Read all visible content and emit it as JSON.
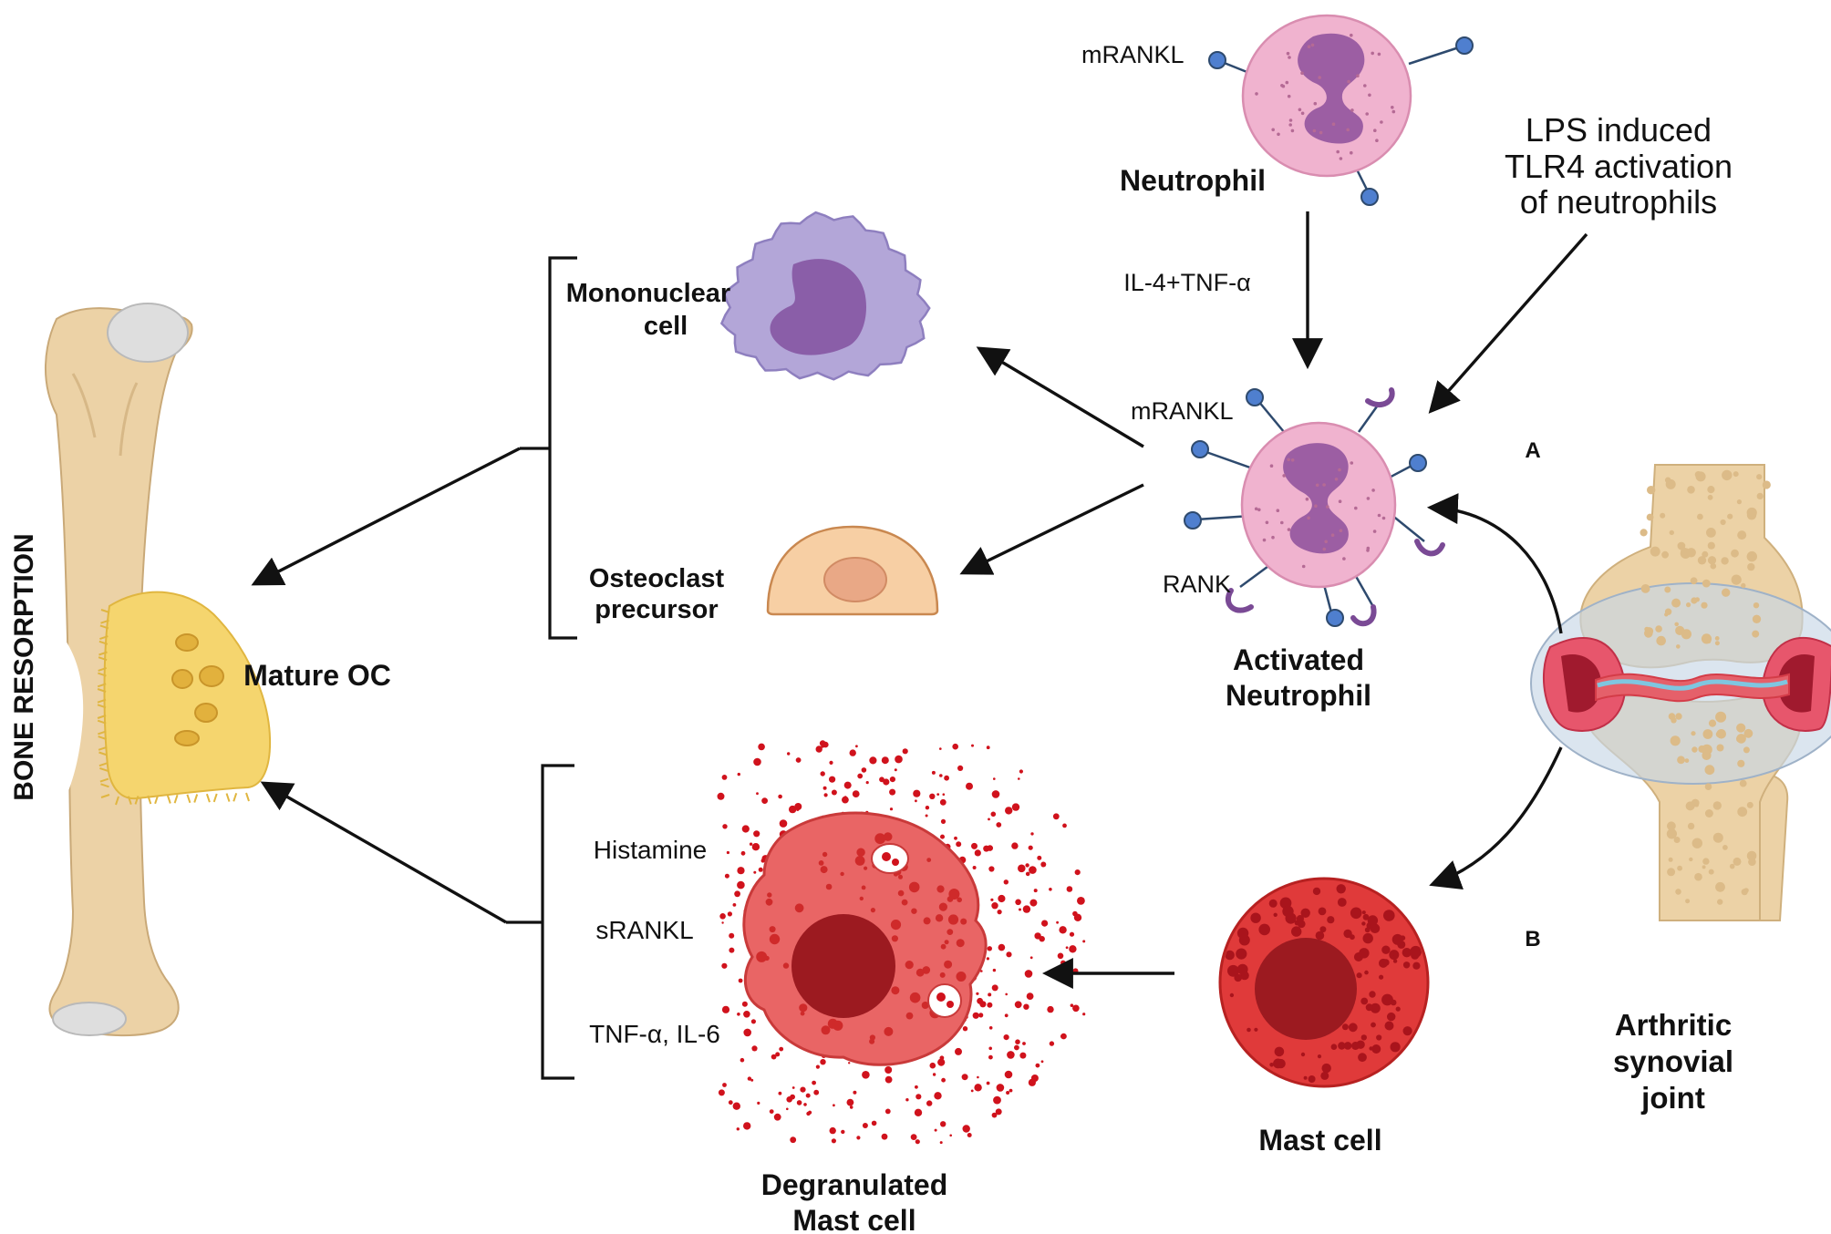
{
  "side_title": "BONE RESORPTION",
  "cells": {
    "neutrophil": "Neutrophil",
    "activated_neutrophil": [
      "Activated",
      "Neutrophil"
    ],
    "mononuclear": [
      "Mononuclear",
      "cell"
    ],
    "osteoclast_precursor": [
      "Osteoclast",
      "precursor"
    ],
    "mature_oc": "Mature OC",
    "mast_cell": "Mast cell",
    "degranulated_mast_cell": [
      "Degranulated",
      "Mast cell"
    ],
    "joint": [
      "Arthritic",
      "synovial",
      "joint"
    ]
  },
  "labels": {
    "mrankl_top": "mRANKL",
    "mrankl_activated": "mRANKL",
    "rank": "RANK",
    "il4_tnf": "IL-4+TNF-α",
    "lps": [
      "LPS induced",
      "TLR4 activation",
      "of neutrophils"
    ],
    "histamine": "Histamine",
    "srankl": "sRANKL",
    "tnf_il6": "TNF-α, IL-6",
    "pathway_a": "A",
    "pathway_b": "B"
  },
  "colors": {
    "bone": "#ecd2a6",
    "neutrophil": "#f0b3cf",
    "neutrophil_nucleus": "#9c5ea3",
    "receptor_ball": "#4f7fcf",
    "mononuclear": "#b3a6d8",
    "precursor": "#f7cfa4",
    "oc": "#f5d56e",
    "mast_cell": "#e03a3a",
    "mast_nucleus": "#9c1a20",
    "granule": "#d0121c"
  }
}
